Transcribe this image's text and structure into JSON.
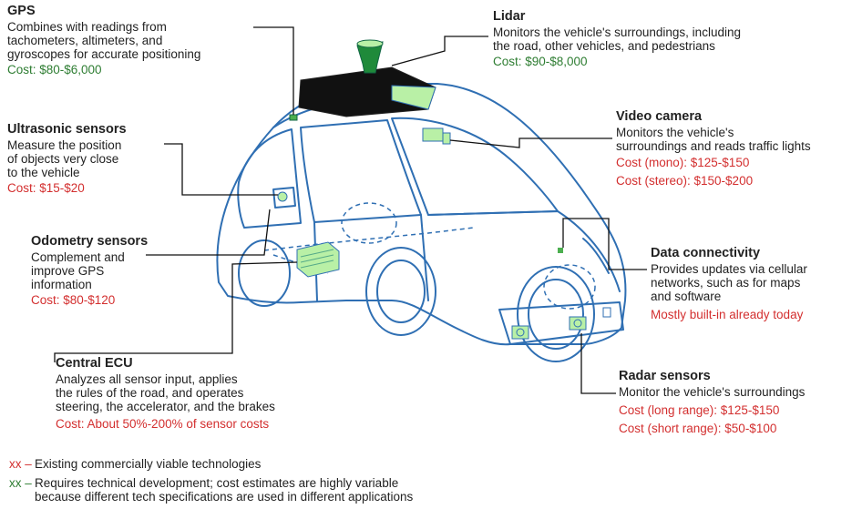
{
  "colors": {
    "existing": "#d32f2f",
    "development": "#2e7d32",
    "sensor_fill": "#b9f0a6",
    "lidar_fill": "#1f8a3a",
    "line": "#2f6fb3"
  },
  "callouts": {
    "gps": {
      "title": "GPS",
      "desc": "Combines with readings from\ntachometers, altimeters, and\ngyroscopes for accurate positioning",
      "cost": "Cost: $80-$6,000"
    },
    "lidar": {
      "title": "Lidar",
      "desc": "Monitors the vehicle's surroundings, including\nthe road, other vehicles, and pedestrians",
      "cost": "Cost: $90-$8,000"
    },
    "ultrasonic": {
      "title": "Ultrasonic sensors",
      "desc": "Measure the position\nof objects very close\nto the vehicle",
      "cost": "Cost: $15-$20"
    },
    "video": {
      "title": "Video camera",
      "desc": "Monitors the vehicle's\nsurroundings and reads traffic lights",
      "cost1": "Cost (mono): $125-$150",
      "cost2": "Cost (stereo): $150-$200"
    },
    "odometry": {
      "title": "Odometry sensors",
      "desc": "Complement and\nimprove GPS\ninformation",
      "cost": "Cost: $80-$120"
    },
    "data": {
      "title": "Data connectivity",
      "desc": "Provides updates via cellular\nnetworks, such as for maps\nand software",
      "cost": "Mostly built-in already today"
    },
    "ecu": {
      "title": "Central ECU",
      "desc": "Analyzes all sensor input, applies\nthe rules of the road, and operates\nsteering, the accelerator, and the brakes",
      "cost": "Cost: About 50%-200% of sensor costs"
    },
    "radar": {
      "title": "Radar sensors",
      "desc": "Monitor the vehicle's surroundings",
      "cost1": "Cost (long range): $125-$150",
      "cost2": "Cost (short range): $50-$100"
    }
  },
  "legend": [
    {
      "swatch": "xx –",
      "text": "Existing commercially viable technologies",
      "color": "red"
    },
    {
      "swatch": "xx –",
      "text": "Requires technical development; cost estimates are highly variable\nbecause different tech specifications are used in different applications",
      "color": "green"
    }
  ]
}
